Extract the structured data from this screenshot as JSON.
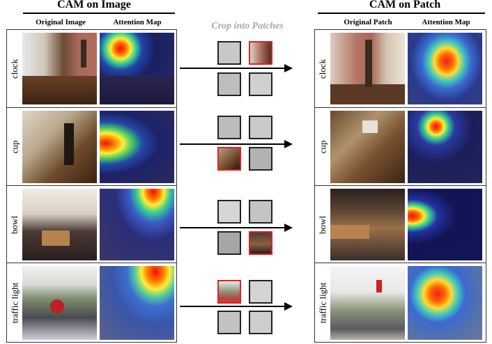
{
  "left_section": {
    "title": "CAM on Image",
    "col_original": "Original Image",
    "col_attention": "Attention Map"
  },
  "crop_title": "Crop into Patches",
  "right_section": {
    "title": "CAM on Patch",
    "col_original": "Original Patch",
    "col_attention": "Attention Map"
  },
  "rows": [
    {
      "label": "clock",
      "selected_patch": 1
    },
    {
      "label": "cup",
      "selected_patch": 2
    },
    {
      "label": "bowl",
      "selected_patch": 3
    },
    {
      "label": "traffic light",
      "selected_patch": 0
    }
  ],
  "icons": {
    "arrow": "right-arrow-icon"
  },
  "colors": {
    "selected_border": "#e02020",
    "patch_border": "#222222",
    "crop_title": "#a8a8a8"
  }
}
